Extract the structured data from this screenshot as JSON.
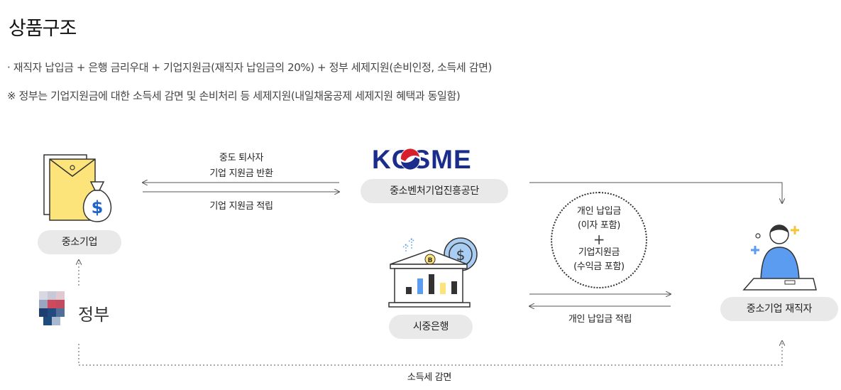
{
  "page": {
    "title": "상품구조",
    "desc1": "· 재직자 납입금 + 은행 금리우대 + 기업지원금(재직자 납임금의 20%) + 정부 세제지원(손비인정, 소득세 감면)",
    "desc2": "※ 정부는 기업지원금에 대한 소득세 감면 및 손비처리 등 세제지원(내일채움공제 세제지원 혜택과 동일함)"
  },
  "diagram": {
    "kosme_logo": "KOSME",
    "kosme_pill": "중소벤처기업진흥공단",
    "sme_pill": "중소기업",
    "gov_label": "정부",
    "bank_pill": "시중은행",
    "employee_pill": "중소기업 재직자",
    "arrow_top_label_1": "중도 퇴사자",
    "arrow_top_label_2": "기업 지원금 반환",
    "arrow_bottom_label": "기업 지원금 적립",
    "circle_line1": "개인 납입금",
    "circle_line2": "(이자 포함)",
    "circle_plus": "+",
    "circle_line3": "기업지원금",
    "circle_line4": "(수익금 포함)",
    "bank_arrow_label": "개인 납입금 적립",
    "tax_label": "소득세 감면",
    "colors": {
      "kosme_blue": "#1a2d8c",
      "kosme_red": "#d8202c",
      "envelope_yellow": "#fce37a",
      "person_blue": "#5b9bf0",
      "pill_gray": "#e9e9e9"
    },
    "icons": [
      "envelope-icon",
      "money-bag-icon",
      "bank-icon",
      "employee-icon",
      "gov-emblem-icon"
    ]
  }
}
